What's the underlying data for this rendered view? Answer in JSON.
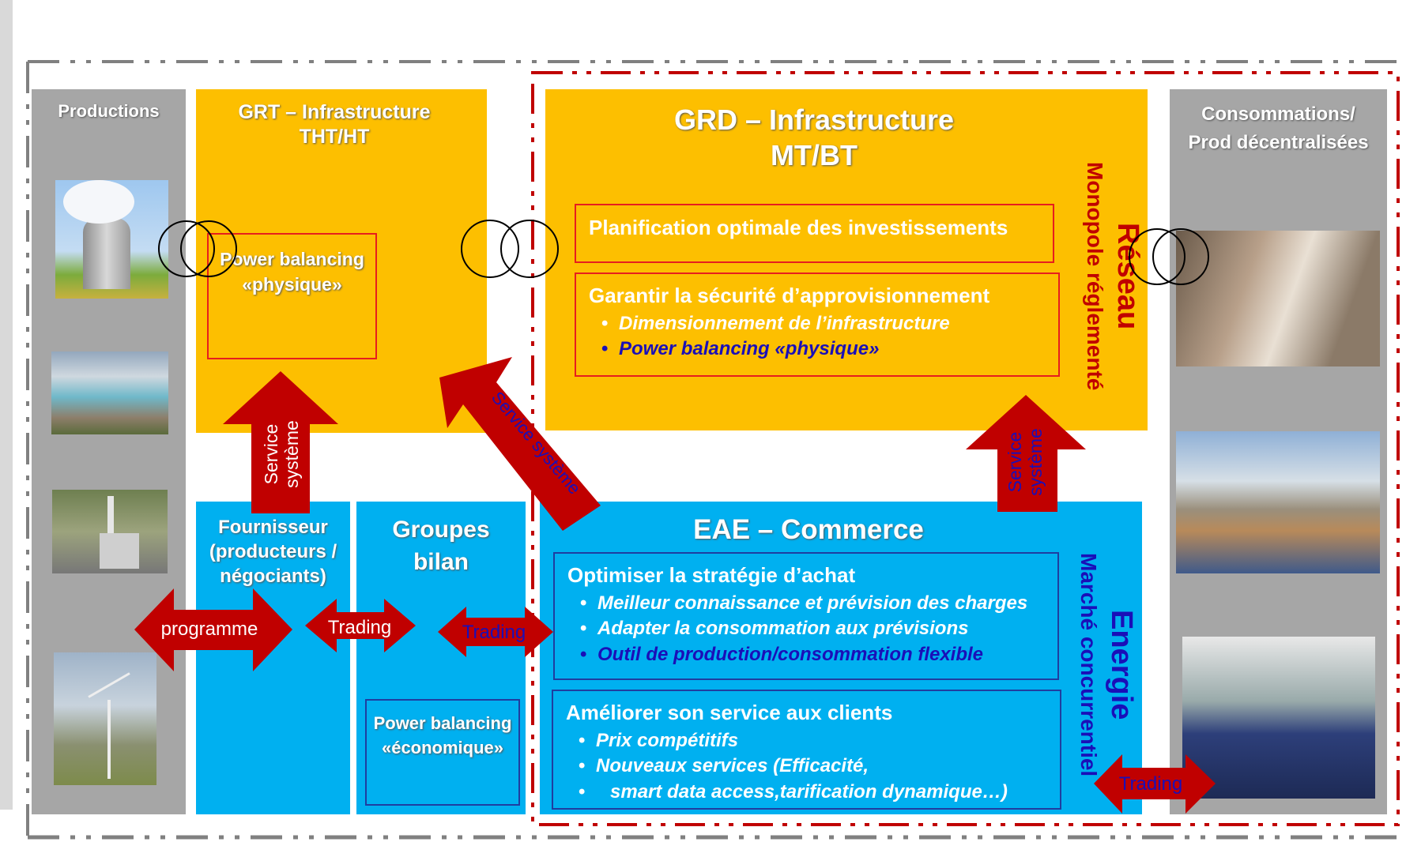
{
  "productions": {
    "title": "Productions"
  },
  "grt": {
    "title": "GRT – Infrastructure THT/HT",
    "power_balancing": "Power balancing «physique»"
  },
  "grd": {
    "title_line1": "GRD – Infrastructure",
    "title_line2": "MT/BT",
    "plan_box": "Planification optimale des investissements",
    "secu_box": {
      "title": "Garantir la sécurité d’approvisionnement",
      "items": [
        "Dimensionnement de l’infrastructure",
        "Power balancing «physique»"
      ]
    }
  },
  "reseau": {
    "label": "Réseau",
    "sub": "Monopole réglementé"
  },
  "conso": {
    "title": "Consommations/ Prod décentralisées"
  },
  "fournisseur": {
    "title": "Fournisseur (producteurs / négociants)"
  },
  "groupes": {
    "title": "Groupes bilan",
    "power_balancing": "Power balancing «économique»"
  },
  "eae": {
    "title": "EAE – Commerce",
    "achat_box": {
      "title": "Optimiser la stratégie d’achat",
      "items": [
        "Meilleur connaissance et prévision des charges",
        "Adapter la consommation aux prévisions",
        "Outil de production/consommation flexible"
      ]
    },
    "service_box": {
      "title": "Améliorer son service aux clients",
      "items": [
        "Prix compétitifs",
        "Nouveaux services (Efficacité,",
        "smart data access,tarification dynamique…)"
      ]
    }
  },
  "energie": {
    "label": "Energie",
    "sub": "Marché concurrentiel"
  },
  "arrows": {
    "service_systeme": "Service système",
    "programme": "programme",
    "trading": "Trading"
  },
  "colors": {
    "orange": "#fdbf00",
    "blue": "#00b0f0",
    "gray": "#a6a6a6",
    "arrow_red": "#c00000",
    "dashed_red": "#c00000"
  }
}
